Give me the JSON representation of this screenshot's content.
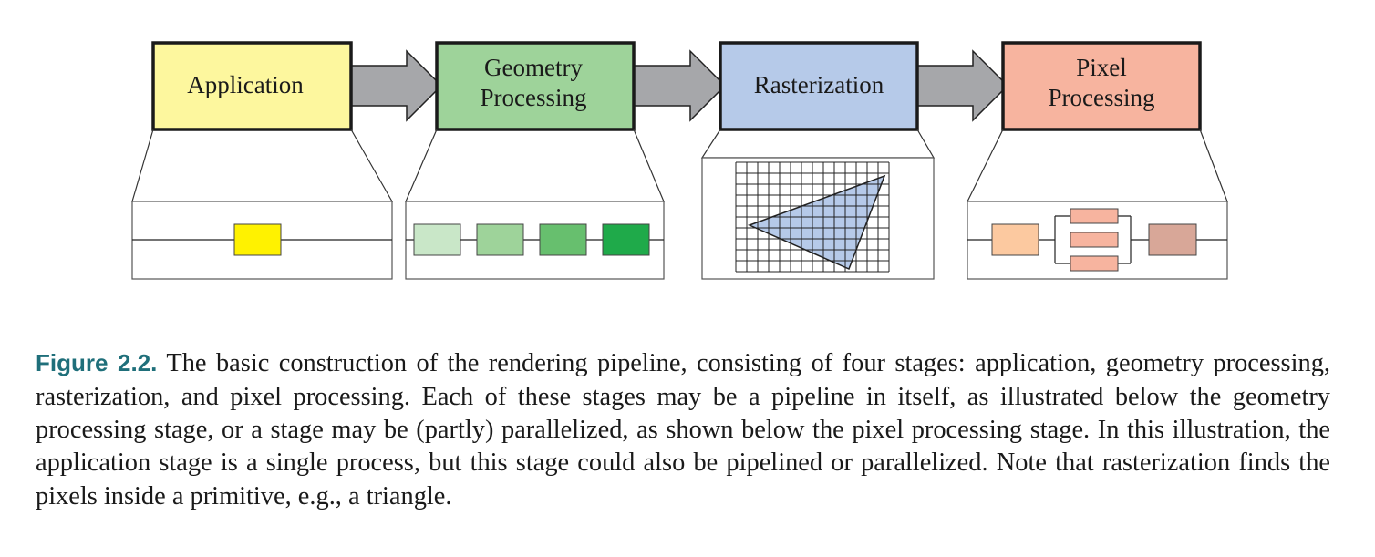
{
  "stages": [
    {
      "id": "application",
      "lines": [
        "Application"
      ],
      "fill": "#fdf79e"
    },
    {
      "id": "geometry-processing",
      "lines": [
        "Geometry",
        "Processing"
      ],
      "fill": "#9ed39a"
    },
    {
      "id": "rasterization",
      "lines": [
        "Rasterization"
      ],
      "fill": "#b6cae9"
    },
    {
      "id": "pixel-processing",
      "lines": [
        "Pixel",
        "Processing"
      ],
      "fill": "#f7b49f"
    }
  ],
  "colors": {
    "arrow": "#a6a7aa",
    "application_unit": "#fff200",
    "geometry_units": [
      "#c9e7c8",
      "#9ed39a",
      "#67bf6e",
      "#1faa4a"
    ],
    "pixel_units": [
      "#fcc9a0",
      "#f7b49f",
      "#f7b49f",
      "#f7b49f",
      "#d8a798"
    ],
    "triangle": "#b6cae9"
  },
  "caption": {
    "label": "Figure 2.2.",
    "text": "The basic construction of the rendering pipeline, consisting of four stages: application, geometry processing, rasterization, and pixel processing. Each of these stages may be a pipeline in itself, as illustrated below the geometry processing stage, or a stage may be (partly) parallelized, as shown below the pixel processing stage. In this illustration, the application stage is a single process, but this stage could also be pipelined or parallelized. Note that rasterization finds the pixels inside a primitive, e.g., a triangle."
  }
}
